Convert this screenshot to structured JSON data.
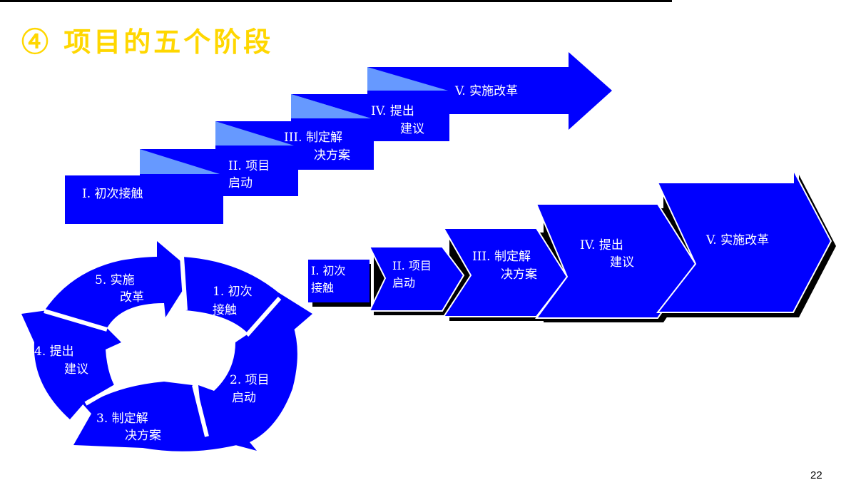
{
  "title": "④ 项目的五个阶段",
  "page_number": "22",
  "colors": {
    "title": "#FFD700",
    "shape": "#0000FF",
    "fold": "#6699FF",
    "text": "#FFFFFF",
    "shadow": "#000000"
  },
  "staircase": [
    {
      "line1": "I. 初次接触",
      "line2": ""
    },
    {
      "line1": "II. 项目",
      "line2": "启动"
    },
    {
      "line1": "III. 制定解",
      "line2": "决方案"
    },
    {
      "line1": "IV. 提出",
      "line2": "建议"
    },
    {
      "line1": "V. 实施改革",
      "line2": ""
    }
  ],
  "cycle": [
    {
      "line1": "1. 初次",
      "line2": "接触"
    },
    {
      "line1": "2. 项目",
      "line2": "启动"
    },
    {
      "line1": "3. 制定解",
      "line2": "决方案"
    },
    {
      "line1": "4. 提出",
      "line2": "建议"
    },
    {
      "line1": "5. 实施",
      "line2": "改革"
    }
  ],
  "chevrons": [
    {
      "line1": "I. 初次",
      "line2": "接触"
    },
    {
      "line1": "II. 项目",
      "line2": "启动"
    },
    {
      "line1": "III. 制定解",
      "line2": "决方案"
    },
    {
      "line1": "IV. 提出",
      "line2": "建议"
    },
    {
      "line1": "V. 实施改革",
      "line2": ""
    }
  ]
}
